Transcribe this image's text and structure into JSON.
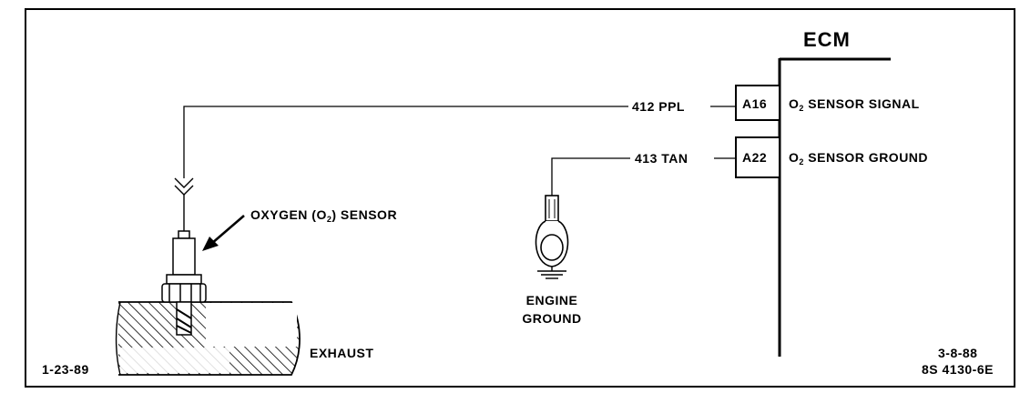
{
  "diagram": {
    "ecm_label": "ECM",
    "wires": [
      {
        "label": "412 PPL",
        "pin": "A16",
        "pin_prefix": "O",
        "pin_sub": "2",
        "pin_desc": " SENSOR SIGNAL"
      },
      {
        "label": "413 TAN",
        "pin": "A22",
        "pin_prefix": "O",
        "pin_sub": "2",
        "pin_desc": " SENSOR GROUND"
      }
    ],
    "sensor_label": {
      "before": "OXYGEN (O",
      "sub": "2",
      "after": ") SENSOR"
    },
    "ground_label": {
      "line1": "ENGINE",
      "line2": "GROUND"
    },
    "exhaust_label": "EXHAUST",
    "date_left": "1-23-89",
    "ref_right_line1": "3-8-88",
    "ref_right_line2": "8S 4130-6E"
  }
}
